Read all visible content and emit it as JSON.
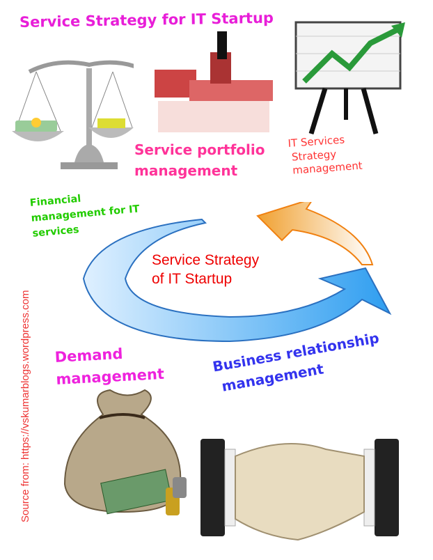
{
  "title": "Service Strategy for IT Startup",
  "labels": {
    "portfolio_line1": "Service portfolio",
    "portfolio_line2": "management",
    "it_services_line1": "IT Services",
    "it_services_line2": "Strategy",
    "it_services_line3": "management",
    "financial_line1": "Financial",
    "financial_line2": "management for IT",
    "financial_line3": "services",
    "center_line1": "Service Strategy",
    "center_line2": "of IT Startup",
    "demand_line1": "Demand",
    "demand_line2": "management",
    "brm_line1": "Business relationship",
    "brm_line2": "management"
  },
  "source": "Source from: https://vskumarblogs.wordpress.com",
  "colors": {
    "title": "#e81ed8",
    "portfolio": "#ff3399",
    "it_services": "#ff3333",
    "financial": "#22cc00",
    "center": "#ee0000",
    "demand": "#ee22dd",
    "brm": "#3333ee",
    "cycle_blue": "#2f9ef0",
    "cycle_orange": "#f0a030"
  }
}
